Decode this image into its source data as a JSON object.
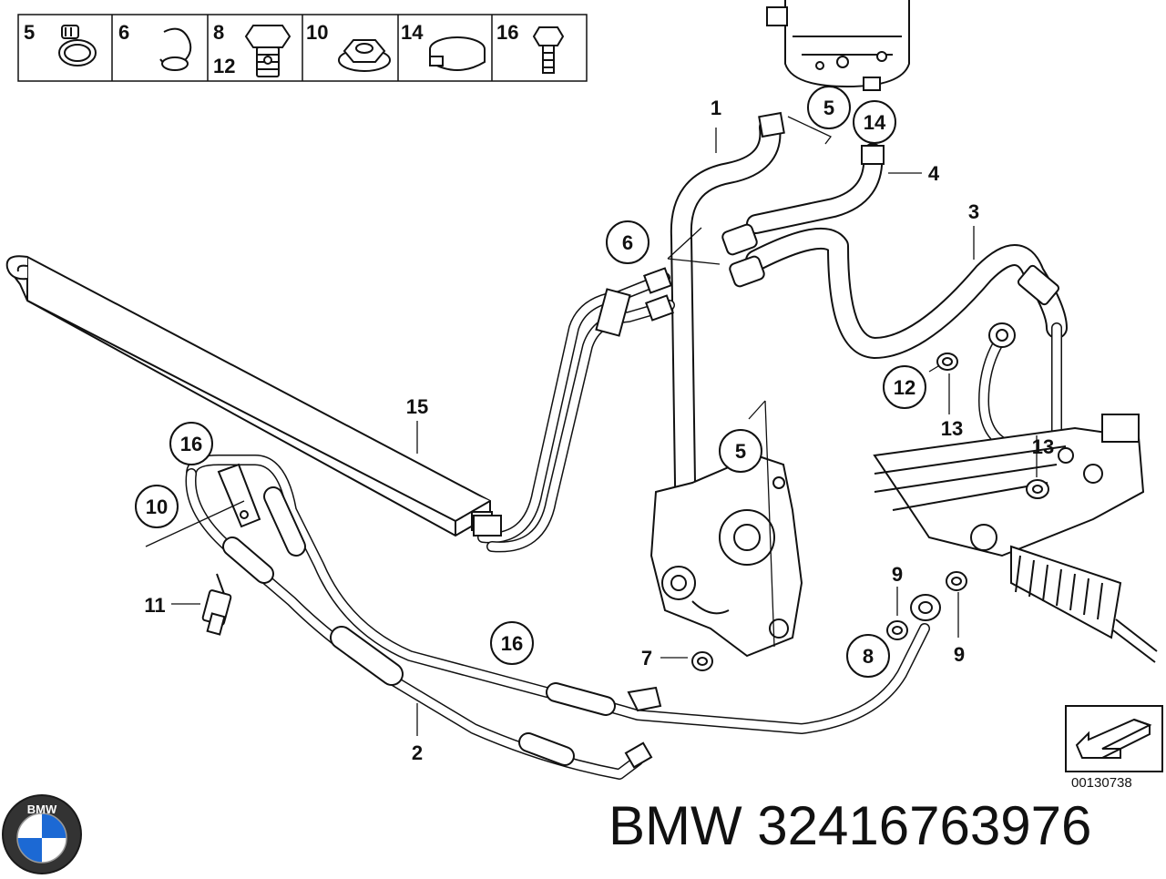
{
  "legend": [
    {
      "num": "5",
      "icon": "hose-clamp-icon"
    },
    {
      "num": "6",
      "icon": "spring-clip-icon"
    },
    {
      "num": "8",
      "num2": "12",
      "icon": "banjo-bolt-icon"
    },
    {
      "num": "10",
      "icon": "hex-nut-icon"
    },
    {
      "num": "14",
      "icon": "ring-clamp-icon"
    },
    {
      "num": "16",
      "icon": "hex-bolt-icon"
    }
  ],
  "callouts": {
    "c1": "1",
    "c2": "2",
    "c3": "3",
    "c4": "4",
    "c5a": "5",
    "c5b": "5",
    "c6": "6",
    "c7": "7",
    "c8": "8",
    "c9a": "9",
    "c9b": "9",
    "c10": "10",
    "c11": "11",
    "c12": "12",
    "c13a": "13",
    "c13b": "13",
    "c14": "14",
    "c15": "15",
    "c16a": "16",
    "c16b": "16"
  },
  "diagram_number": "00130738",
  "brand_logo_text": "BMW",
  "title": "BMW 32416763976",
  "colors": {
    "line": "#111111",
    "background": "#ffffff",
    "logo_blue": "#1c69d4"
  }
}
